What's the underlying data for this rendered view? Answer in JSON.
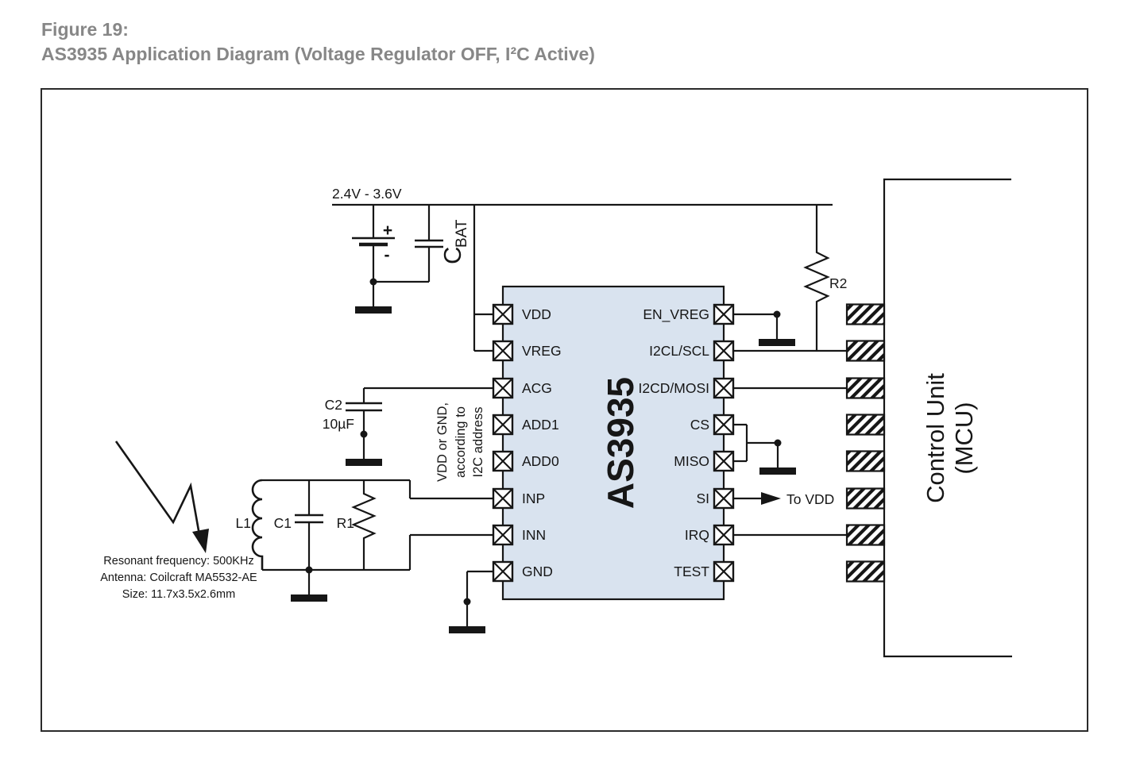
{
  "figure": {
    "label": "Figure 19:",
    "title": "AS3935 Application Diagram (Voltage Regulator OFF, I²C Active)"
  },
  "supply": {
    "rail_label": "2.4V - 3.6V",
    "battery_plus": "+",
    "battery_minus": "-",
    "cbat_main": "C",
    "cbat_sub": "BAT"
  },
  "decoupling_cap": {
    "ref": "C2",
    "value": "10µF"
  },
  "i2c_note": {
    "line1": "VDD or GND,",
    "line2": "according to",
    "line3": "I2C address"
  },
  "antenna": {
    "inductor": "L1",
    "capacitor": "C1",
    "resistor": "R1",
    "note1": "Resonant frequency: 500KHz",
    "note2": "Antenna: Coilcraft MA5532-AE",
    "note3": "Size: 11.7x3.5x2.6mm"
  },
  "ic": {
    "name": "AS3935",
    "left_pins": [
      "VDD",
      "VREG",
      "ACG",
      "ADD1",
      "ADD0",
      "INP",
      "INN",
      "GND"
    ],
    "right_pins": [
      "EN_VREG",
      "I2CL/SCL",
      "I2CD/MOSI",
      "CS",
      "MISO",
      "SI",
      "IRQ",
      "TEST"
    ]
  },
  "pullup_resistor": {
    "ref": "R2"
  },
  "si_pin_note": "To VDD",
  "mcu": {
    "name_line1": "Control Unit",
    "name_line2": "(MCU)"
  },
  "colors": {
    "ic_fill": "#d9e3ef",
    "line": "#161616",
    "title_gray": "#878787"
  }
}
